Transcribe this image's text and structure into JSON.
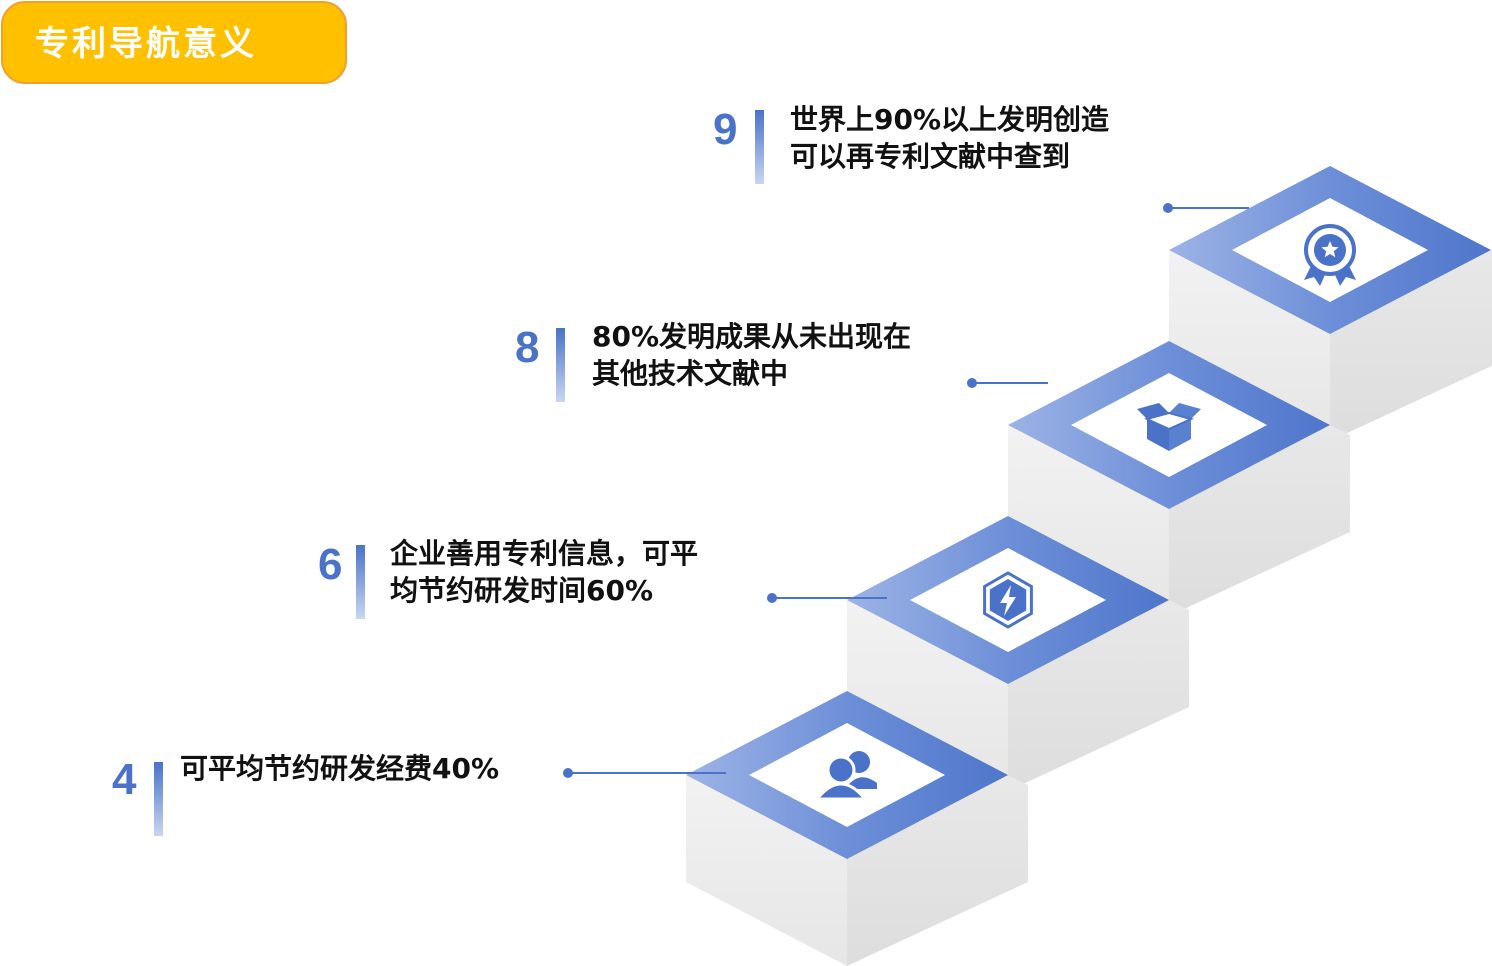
{
  "title": "专利导航意义",
  "colors": {
    "accent": "#4a72c8",
    "title_bg": "#ffc000",
    "stair_side": "#eeeeee"
  },
  "steps": [
    {
      "number": "4",
      "lines": [
        "可平均节约研发经费40%"
      ],
      "icon": "user-group-icon"
    },
    {
      "number": "6",
      "lines": [
        "企业善用专利信息，可平",
        "均节约研发时间60%"
      ],
      "icon": "lightning-hexagon-icon"
    },
    {
      "number": "8",
      "lines": [
        "80%发明成果从未出现在",
        "其他技术文献中"
      ],
      "icon": "open-box-icon"
    },
    {
      "number": "9",
      "lines": [
        "世界上90%以上发明创造",
        "可以再专利文献中查到"
      ],
      "icon": "award-badge-icon"
    }
  ]
}
